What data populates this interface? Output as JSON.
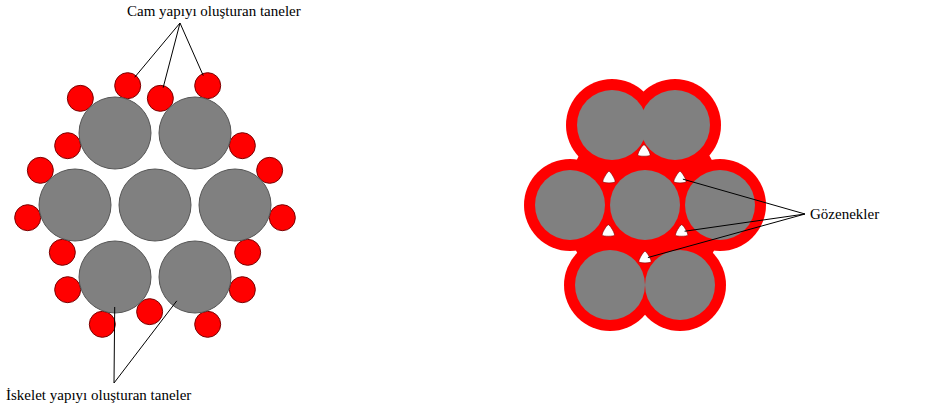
{
  "diagram": {
    "labels": [
      "Cam yapıyı oluşturan taneler",
      "İskelet yapıyı oluşturan taneler",
      "Gözenekler"
    ]
  }
}
